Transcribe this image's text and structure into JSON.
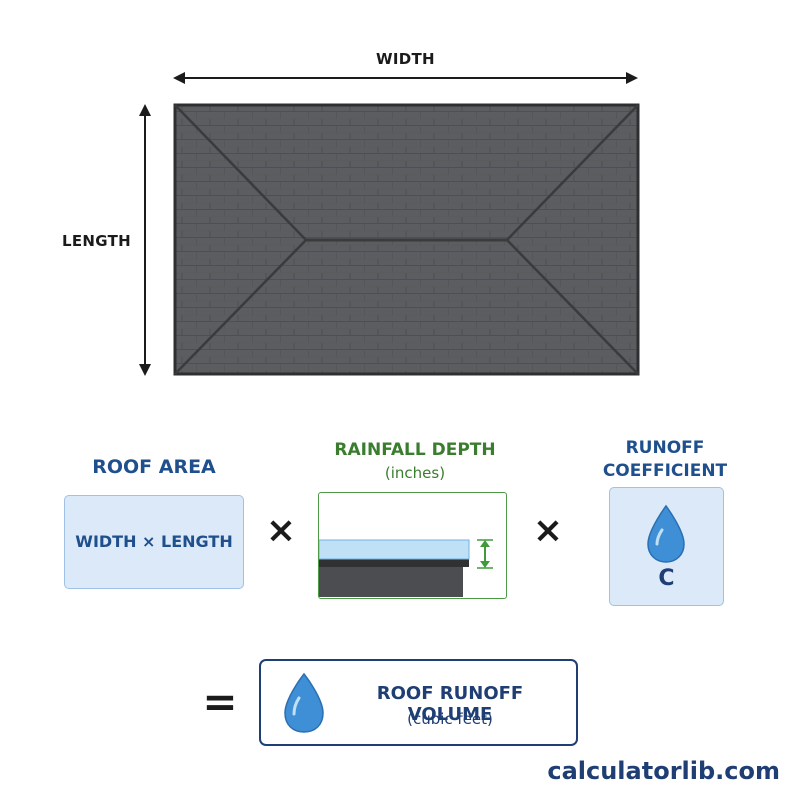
{
  "roof": {
    "width_label": "WIDTH",
    "length_label": "LENGTH"
  },
  "formula": {
    "roof_area": {
      "heading": "ROOF AREA",
      "expression": "WIDTH × LENGTH"
    },
    "rainfall": {
      "heading": "RAINFALL DEPTH",
      "unit": "(inches)"
    },
    "runoff": {
      "heading_line1": "RUNOFF",
      "heading_line2": "COEFFICIENT",
      "symbol": "C"
    },
    "multiply_symbol": "×",
    "equals_symbol": "=",
    "result": {
      "title": "ROOF RUNOFF VOLUME",
      "unit": "(cubic feet)"
    }
  },
  "brand": "calculatorlib.com",
  "colors": {
    "roof_fill": "#5a5c5f",
    "roof_edge": "#2e2f31",
    "heading_blue": "#1f4f8c",
    "heading_green": "#3b7d2f",
    "box_light_blue": "#dbe9f8",
    "water_blue": "#3f8fd6",
    "result_border": "#1f3e74"
  }
}
